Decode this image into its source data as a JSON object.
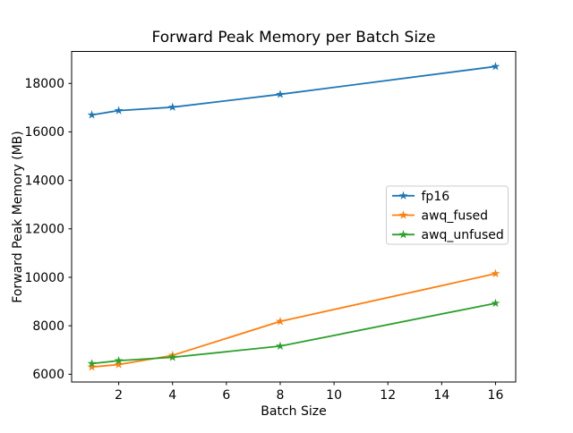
{
  "chart_data": {
    "type": "line",
    "title": "Forward Peak Memory per Batch Size",
    "xlabel": "Batch Size",
    "ylabel": "Forward Peak Memory (MB)",
    "x": [
      1,
      2,
      4,
      8,
      16
    ],
    "series": [
      {
        "name": "fp16",
        "color": "#1f77b4",
        "values": [
          16700,
          16880,
          17020,
          17550,
          18700
        ]
      },
      {
        "name": "awq_fused",
        "color": "#ff7f0e",
        "values": [
          6300,
          6400,
          6780,
          8180,
          10150
        ]
      },
      {
        "name": "awq_unfused",
        "color": "#2ca02c",
        "values": [
          6440,
          6560,
          6700,
          7160,
          8930
        ]
      }
    ],
    "marker": "star",
    "xlim": [
      0.25,
      16.75
    ],
    "ylim": [
      5680,
      19320
    ],
    "xticks": [
      2,
      4,
      6,
      8,
      10,
      12,
      14,
      16
    ],
    "yticks": [
      6000,
      8000,
      10000,
      12000,
      14000,
      16000,
      18000
    ],
    "grid": false,
    "legend": {
      "position": "center right",
      "labels": [
        "fp16",
        "awq_fused",
        "awq_unfused"
      ]
    },
    "background": "#ffffff"
  }
}
